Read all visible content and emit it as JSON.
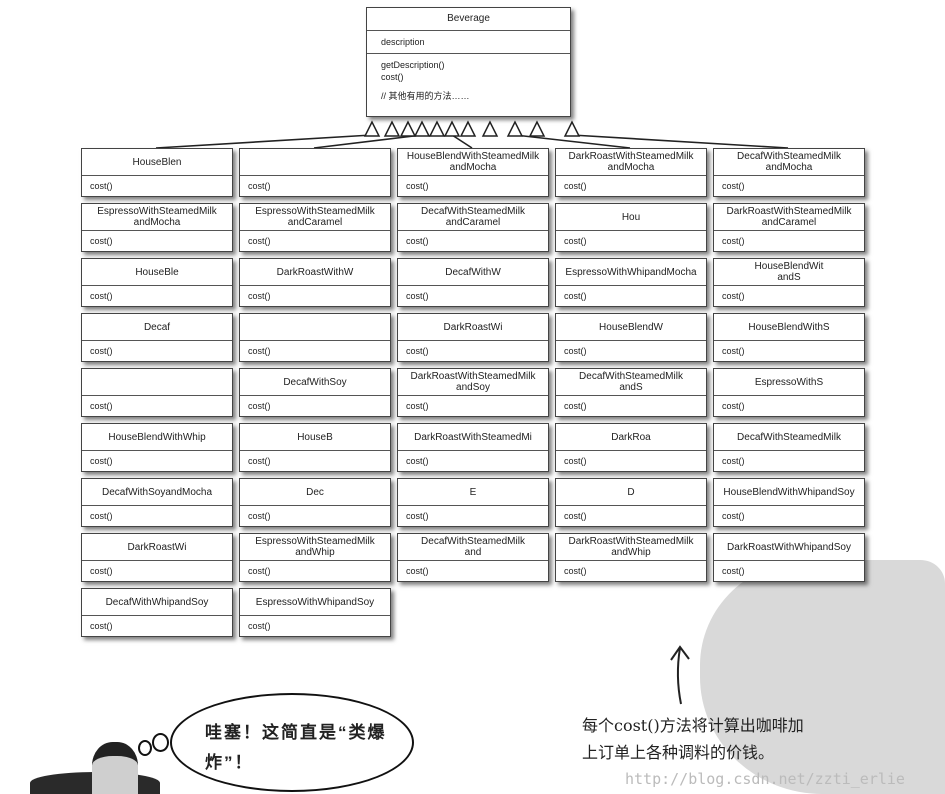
{
  "base_class": {
    "name": "Beverage",
    "attribute": "description",
    "methods": "getDescription()\ncost()",
    "comment": "// 其他有用的方法……"
  },
  "method_label": "cost()",
  "subclasses": [
    "HouseBlen",
    "",
    "HouseBlendWithSteamedMilk\nandMocha",
    "DarkRoastWithSteamedMilk\nandMocha",
    "DecafWithSteamedMilk\nandMocha",
    "EspressoWithSteamedMilk\nandMocha",
    "EspressoWithSteamedMilk\nandCaramel",
    "DecafWithSteamedMilk\nandCaramel",
    "Hou",
    "DarkRoastWithSteamedMilk\nandCaramel",
    "HouseBle",
    "DarkRoastWithW",
    "DecafWithW",
    "EspressoWithWhipandMocha",
    "HouseBlendWit\nandS",
    "Decaf",
    "",
    "DarkRoastWi",
    "HouseBlendW",
    "HouseBlendWithS",
    "",
    "DecafWithSoy",
    "DarkRoastWithSteamedMilk\nandSoy",
    "DecafWithSteamedMilk\nandS",
    "EspressoWithS",
    "HouseBlendWithWhip",
    "HouseB",
    "DarkRoastWithSteamedMi",
    "DarkRoa",
    "DecafWithSteamedMilk",
    "DecafWithSoyandMocha",
    "Dec",
    "E",
    "D",
    "HouseBlendWithWhipandSoy",
    "DarkRoastWi",
    "EspressoWithSteamedMilk\nandWhip",
    "DecafWithSteamedMilk\nand",
    "DarkRoastWithSteamedMilk\nandWhip",
    "DarkRoastWithWhipandSoy",
    "DecafWithWhipandSoy",
    "EspressoWithWhipandSoy"
  ],
  "thought_bubble": "哇塞！这简直是“类爆炸”！",
  "annotation": "每个cost()方法将计算出咖啡加\n上订单上各种调料的价钱。",
  "watermark_url": "http://blog.csdn.net/zzti_erlie"
}
